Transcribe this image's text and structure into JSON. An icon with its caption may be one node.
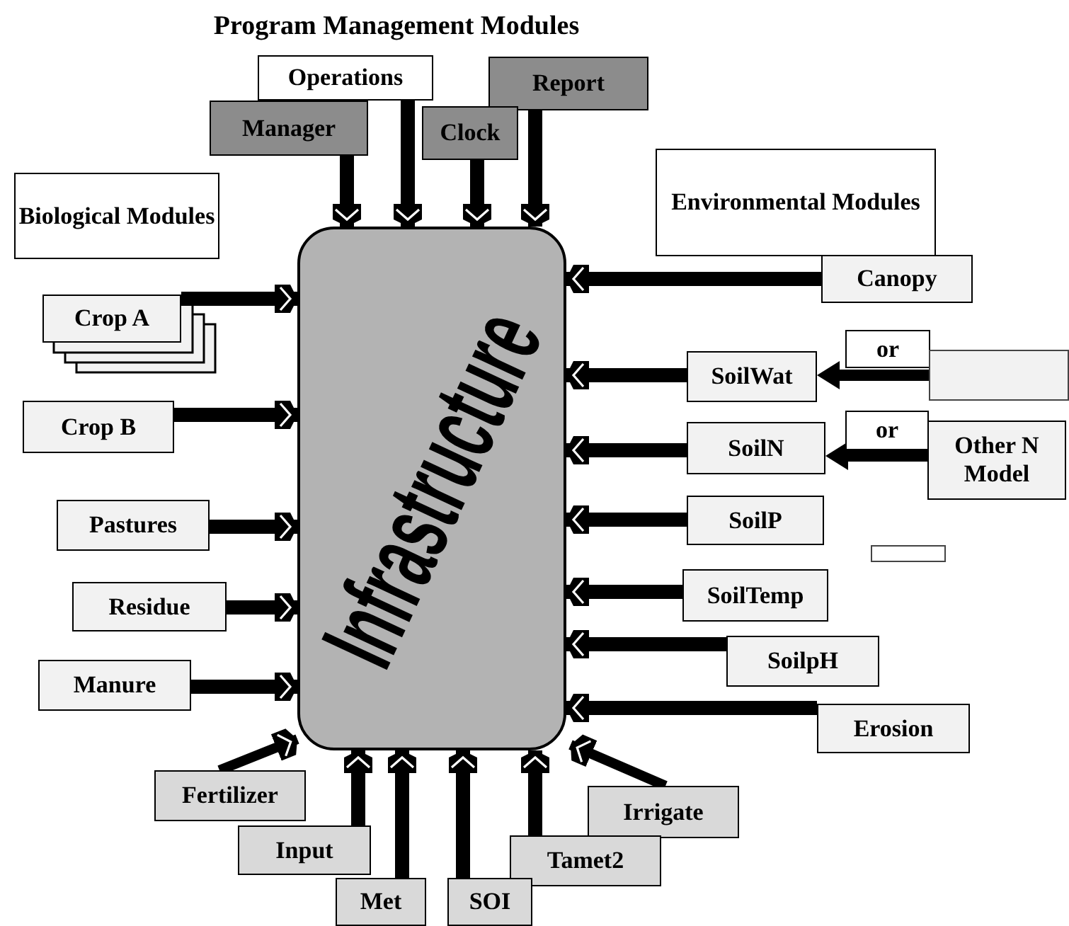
{
  "diagram": {
    "title": "Program Management Modules",
    "nodes": [
      {
        "text": [
          "Operations"
        ]
      },
      {
        "text": [
          "Report"
        ]
      },
      {
        "text": [
          "Manager"
        ]
      },
      {
        "text": [
          "Clock"
        ]
      },
      {
        "text": [
          "Biological Modules"
        ]
      },
      {
        "text": [
          "Environmental Modules"
        ]
      },
      {
        "text": [
          "Infrastructure"
        ]
      },
      {
        "text": [
          "Crop A"
        ]
      },
      {
        "text": [
          "Canopy"
        ]
      },
      {
        "text": [
          "or"
        ]
      },
      {
        "text": [
          "SoilWat"
        ]
      },
      {
        "text": [],
        "shape": "box"
      },
      {
        "text": [
          "Crop B"
        ]
      },
      {
        "text": [
          "or"
        ]
      },
      {
        "text": [
          "SoilN"
        ]
      },
      {
        "text": [
          "Other N Model"
        ]
      },
      {
        "text": [
          "Pastures"
        ]
      },
      {
        "text": [
          "SoilP"
        ]
      },
      {
        "text": [],
        "shape": "box"
      },
      {
        "text": [
          "SoilTemp"
        ]
      },
      {
        "text": [
          "Residue"
        ]
      },
      {
        "text": [
          "SoilpH"
        ]
      },
      {
        "text": [
          "Manure"
        ]
      },
      {
        "text": [
          "Erosion"
        ]
      },
      {
        "text": [
          "Fertilizer"
        ]
      },
      {
        "text": [
          "Irrigate"
        ]
      },
      {
        "text": [
          "Input"
        ]
      },
      {
        "text": [
          "Tamet2"
        ]
      },
      {
        "text": [
          "Met"
        ]
      },
      {
        "text": [
          "SOI"
        ]
      }
    ],
    "edges": [
      {
        "from": 2,
        "to": 6,
        "arrow": "to"
      },
      {
        "from": 0,
        "to": 6,
        "arrow": "to"
      },
      {
        "from": 3,
        "to": 6,
        "arrow": "to"
      },
      {
        "from": 1,
        "to": 6,
        "arrow": "to"
      },
      {
        "from": 7,
        "to": 6,
        "arrow": "to"
      },
      {
        "from": 12,
        "to": 6,
        "arrow": "to"
      },
      {
        "from": 16,
        "to": 6,
        "arrow": "to"
      },
      {
        "from": 20,
        "to": 6,
        "arrow": "to"
      },
      {
        "from": 22,
        "to": 6,
        "arrow": "to"
      },
      {
        "from": 24,
        "to": 6,
        "arrow": "to"
      },
      {
        "from": 26,
        "to": 6,
        "arrow": "to"
      },
      {
        "from": 28,
        "to": 6,
        "arrow": "to"
      },
      {
        "from": 29,
        "to": 6,
        "arrow": "to"
      },
      {
        "from": 27,
        "to": 6,
        "arrow": "to"
      },
      {
        "from": 25,
        "to": 6,
        "arrow": "to"
      },
      {
        "from": 8,
        "to": 6,
        "arrow": "to"
      },
      {
        "from": 10,
        "to": 6,
        "arrow": "to"
      },
      {
        "from": 14,
        "to": 6,
        "arrow": "to"
      },
      {
        "from": 17,
        "to": 6,
        "arrow": "to"
      },
      {
        "from": 19,
        "to": 6,
        "arrow": "to"
      },
      {
        "from": 21,
        "to": 6,
        "arrow": "to"
      },
      {
        "from": 23,
        "to": 6,
        "arrow": "to"
      },
      {
        "from": 11,
        "to": 10,
        "arrow": "to"
      },
      {
        "from": 15,
        "to": 14,
        "arrow": "to"
      }
    ]
  }
}
